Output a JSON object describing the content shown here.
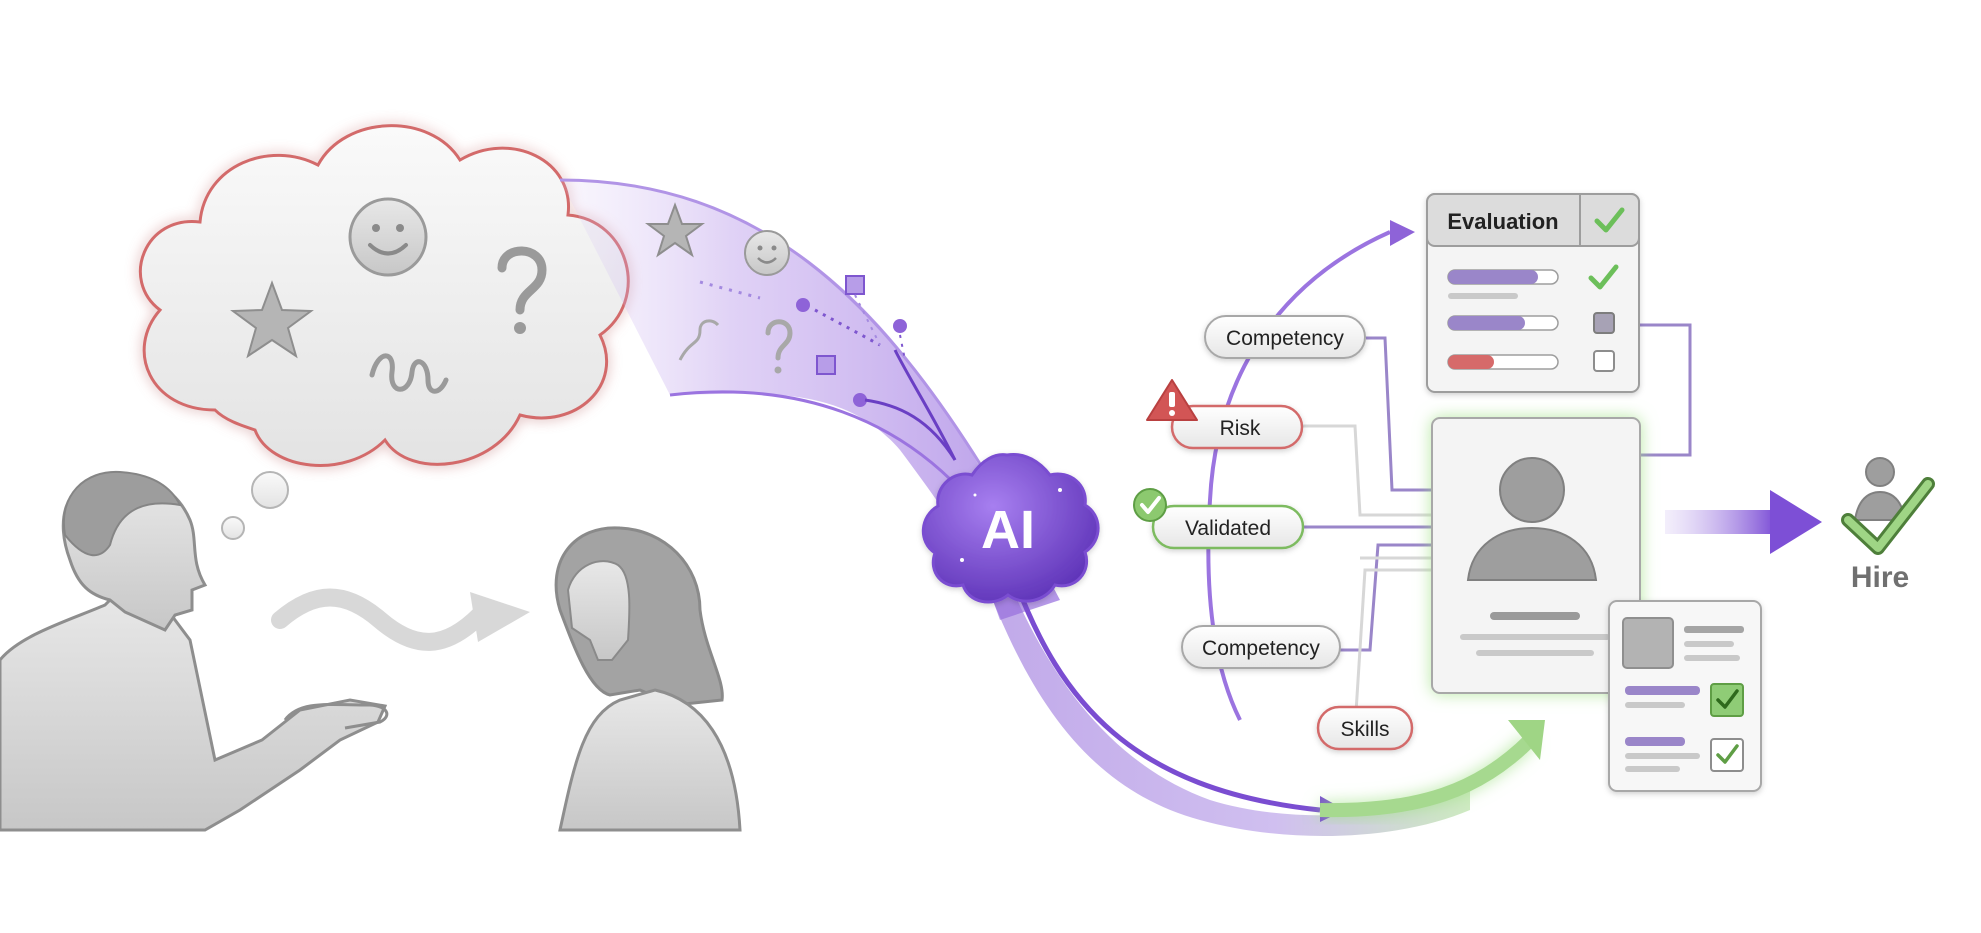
{
  "ai_badge": {
    "label": "AI"
  },
  "evaluation_card": {
    "title": "Evaluation",
    "rows": [
      {
        "level": 0.82,
        "status": "check"
      },
      {
        "level": 0.7,
        "status": "partial"
      },
      {
        "level": 0.42,
        "status": "empty"
      }
    ]
  },
  "signals": {
    "competency_top": "Competency",
    "risk": "Risk",
    "validated": "Validated",
    "competency_bottom": "Competency",
    "skills": "Skills"
  },
  "outcome": {
    "label": "Hire"
  },
  "colors": {
    "purple": "#8e63d8",
    "purple_dark": "#6a3fc4",
    "green": "#6cbf5a",
    "red": "#d55a5a",
    "gray": "#9a9a9a"
  },
  "icons": [
    "smiley-icon",
    "star-icon",
    "question-icon",
    "squiggle-icon",
    "warning-icon",
    "check-icon",
    "person-icon",
    "hire-check-icon"
  ]
}
